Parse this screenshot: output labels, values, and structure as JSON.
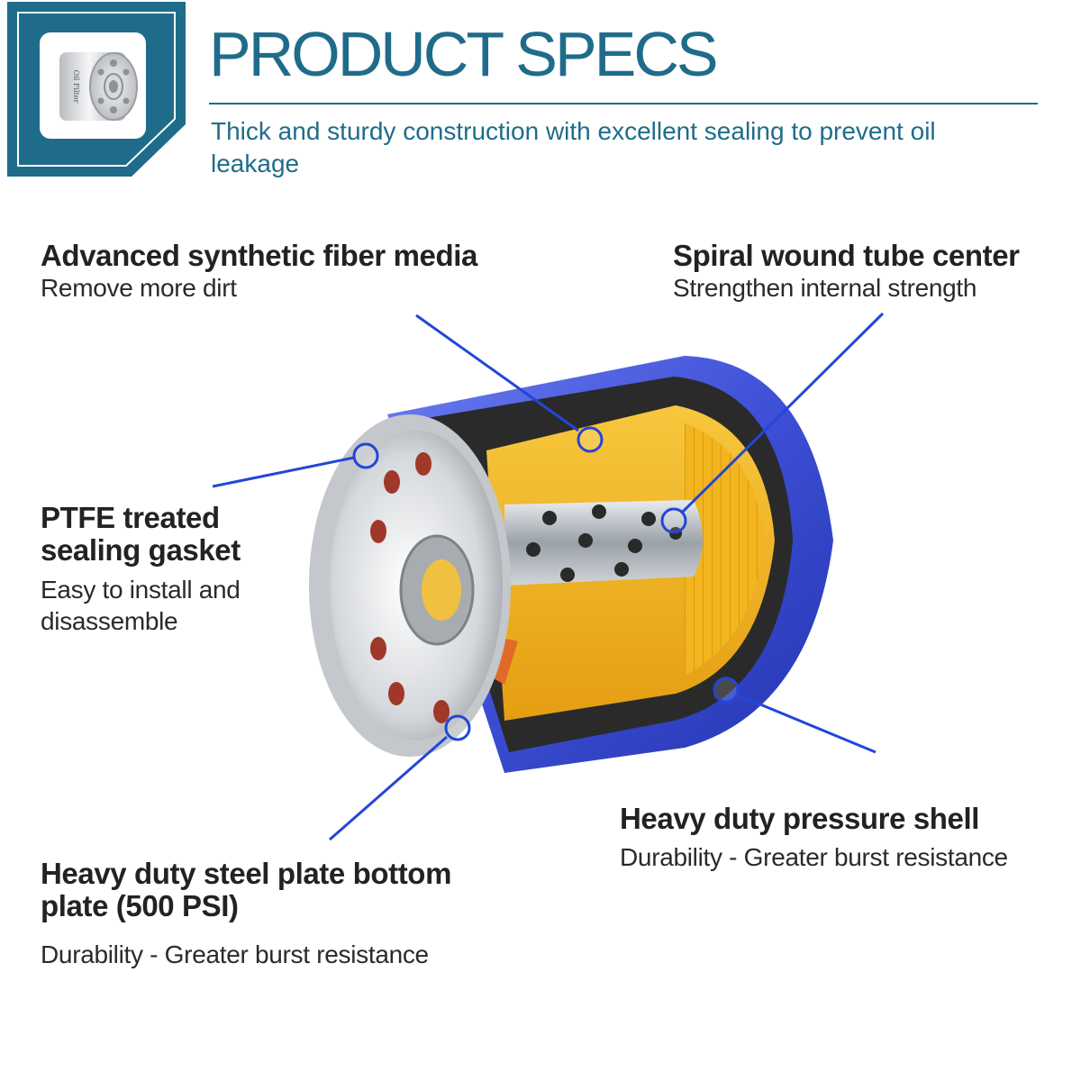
{
  "header": {
    "title": "PRODUCT SPECS",
    "subtitle": "Thick and sturdy construction with excellent sealing to prevent oil leakage"
  },
  "badge": {
    "product_label": "Oil Filter"
  },
  "callouts": {
    "fiber": {
      "heading": "Advanced synthetic fiber media",
      "detail": "Remove more dirt"
    },
    "spiral": {
      "heading": "Spiral wound tube center",
      "detail": "Strengthen internal strength"
    },
    "ptfe": {
      "heading_line1": "PTFE treated",
      "heading_line2": "sealing gasket",
      "detail_line1": "Easy to install and",
      "detail_line2": "disassemble"
    },
    "shell": {
      "heading": "Heavy duty pressure shell",
      "detail": "Durability - Greater burst resistance"
    },
    "steel": {
      "heading_line1": "Heavy duty steel plate bottom",
      "heading_line2": "plate (500 PSI)",
      "detail": "Durability - Greater burst resistance"
    }
  },
  "colors": {
    "brand": "#1f6c8a",
    "leader": "#2346d8",
    "shell": "#3d4fd6",
    "media": "#f3b51f",
    "gasket": "#e06a2a"
  }
}
